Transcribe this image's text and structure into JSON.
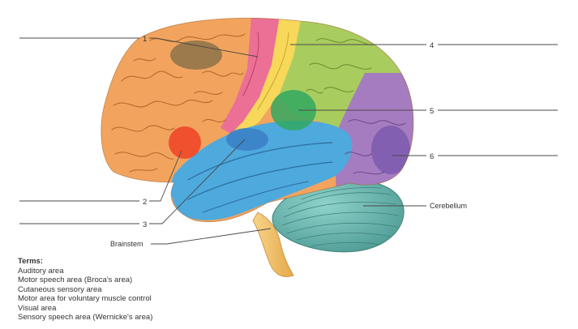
{
  "labels": {
    "n1": "1",
    "n2": "2",
    "n3": "3",
    "n4": "4",
    "n5": "5",
    "n6": "6",
    "brainstem": "Brainstem",
    "cerebellum": "Cerebellum"
  },
  "terms": {
    "title": "Terms:",
    "items": [
      "Auditory area",
      "Motor speech area (Broca's area)",
      "Cutaneous sensory area",
      "Motor area for voluntary muscle control",
      "Visual area",
      "Sensory speech area (Wernicke's area)"
    ]
  },
  "colors": {
    "frontal_lobe": "#f2a45e",
    "motor_strip": "#ec6f95",
    "sensory_strip": "#f7d85a",
    "parietal_lobe": "#a9cc5e",
    "occipital_lobe": "#a57cc0",
    "temporal_lobe": "#4ea9dd",
    "cerebellum": "#6fb8b1",
    "brainstem": "#f3c36a",
    "brocas_area": "#f0492a",
    "wernickes_area": "#32a860",
    "visual_area": "#7a57ac",
    "auditory_area": "#3b7fc6",
    "motor_highlight": "#7a6a45"
  }
}
